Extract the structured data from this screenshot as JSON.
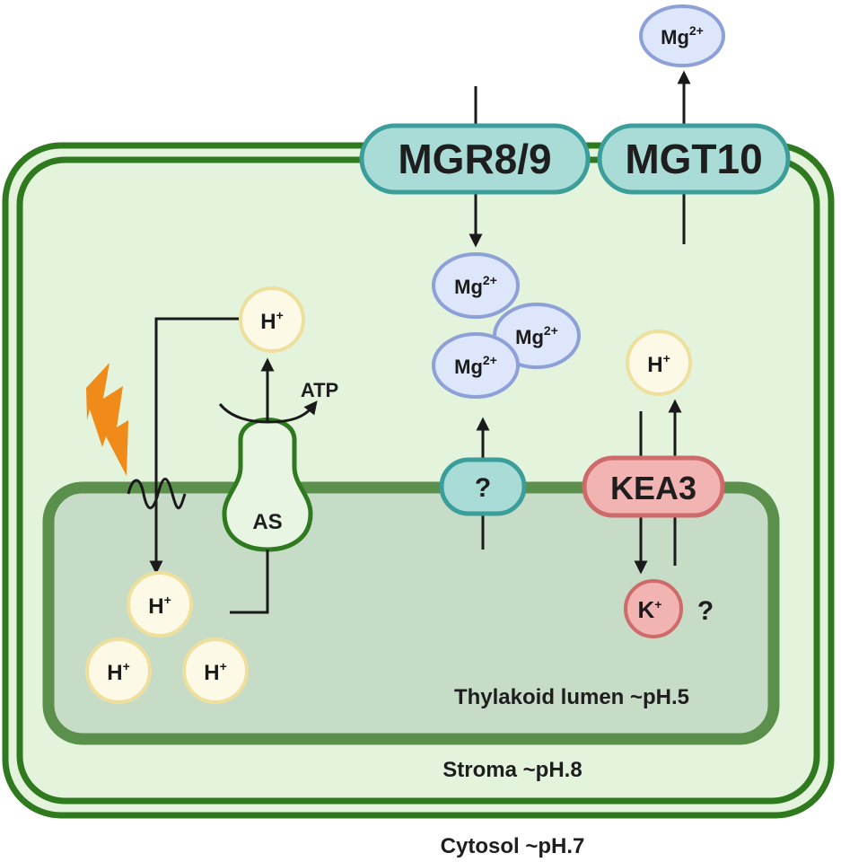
{
  "compartments": {
    "cytosol": "Cytosol ~pH.7",
    "stroma": "Stroma ~pH.8",
    "lumen": "Thylakoid lumen ~pH.5"
  },
  "transporters": {
    "mgr": "MGR8/9",
    "mgt": "MGT10",
    "unknown": "?",
    "kea": "KEA3",
    "atp_synthase": "AS"
  },
  "ions": {
    "proton": {
      "base": "H",
      "charge": "+"
    },
    "magnesium": {
      "base": "Mg",
      "charge": "2+"
    },
    "potassium": {
      "base": "K",
      "charge": "+"
    }
  },
  "labels": {
    "atp": "ATP",
    "k_question": "?"
  },
  "icons": {
    "light": "lightning-bolt-icon"
  },
  "colors": {
    "membrane_green": "#2f7a1f",
    "outer_fill": "#e3f3dc",
    "lumen_fill": "#c6dcc7",
    "lumen_border": "#5b8f4c",
    "transporter_teal": "#a9dcd6",
    "transporter_border": "#3b9e9a",
    "kea_pink": "#f2b3b3",
    "kea_border": "#cf6a6a",
    "mg_fill": "#dde6fb",
    "mg_border": "#8da0d8",
    "h_fill": "#fdf9e7",
    "h_border": "#eedf9c",
    "bolt_orange": "#f08a18"
  }
}
